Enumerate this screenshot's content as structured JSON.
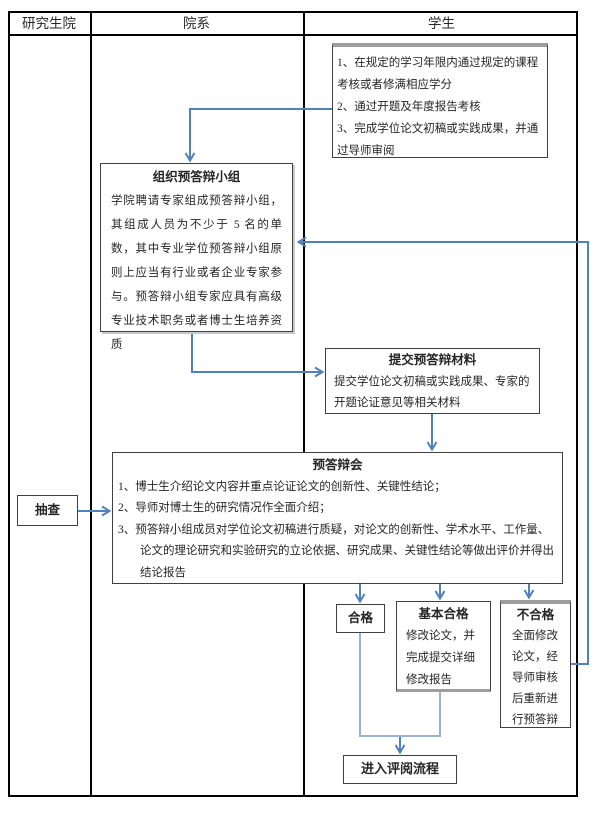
{
  "lanes": {
    "columns": [
      "研究生院",
      "院系",
      "学生"
    ]
  },
  "flow": {
    "student_requirements": {
      "items": [
        "1、在规定的学习年限内通过规定的课程考核或者修满相应学分",
        "2、通过开题及年度报告考核",
        "3、完成学位论文初稿或实践成果，并通过导师审阅"
      ]
    },
    "organize_group": {
      "title": "组织预答辩小组",
      "body": "学院聘请专家组成预答辩小组，其组成人员为不少于 5 名的单数，其中专业学位预答辩小组原则上应当有行业或者企业专家参与。预答辩小组专家应具有高级专业技术职务或者博士生培养资质"
    },
    "submit_materials": {
      "title": "提交预答辩材料",
      "body": "提交学位论文初稿或实践成果、专家的开题论证意见等相关材料"
    },
    "predefense_meeting": {
      "title": "预答辩会",
      "items": [
        "1、博士生介绍论文内容并重点论证论文的创新性、关键性结论；",
        "2、导师对博士生的研究情况作全面介绍；",
        "3、预答辩小组成员对学位论文初稿进行质疑，对论文的创新性、学术水平、工作量、论文的理论研究和实验研究的立论依据、研究成果、关键性结论等做出评价并得出结论报告"
      ]
    },
    "spot_check": {
      "title": "抽查"
    },
    "outcome_pass": {
      "title": "合格"
    },
    "outcome_basic_pass": {
      "title": "基本合格",
      "body": "修改论文，并完成提交详细修改报告"
    },
    "outcome_fail": {
      "title": "不合格",
      "body": "全面修改论文，经导师审核后重新进行预答辩"
    },
    "enter_review": {
      "title": "进入评阅流程"
    }
  },
  "colors": {
    "arrow_blue": "#4f81bd",
    "arrow_light_blue": "#95b3d7",
    "box_border": "#404040",
    "table_border": "#000000"
  }
}
